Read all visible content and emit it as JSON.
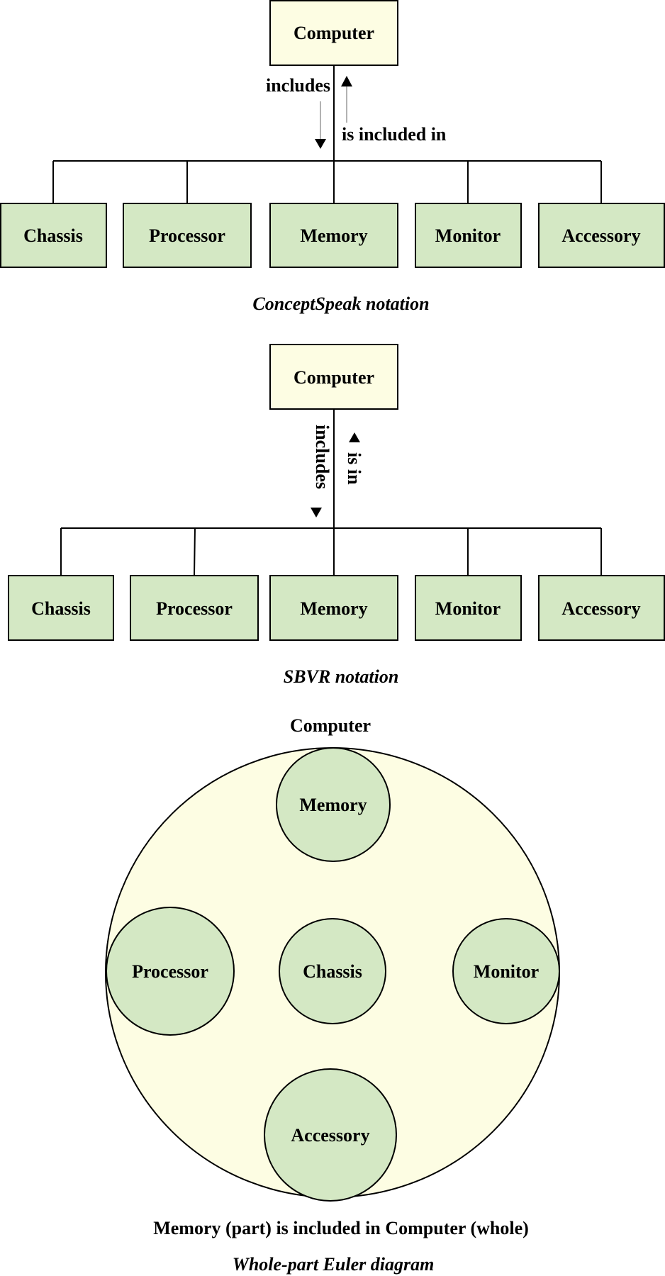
{
  "colors": {
    "whole_fill": "#fdfde3",
    "part_fill": "#d4e8c4",
    "stroke": "#000000",
    "arrow_line": "#999999"
  },
  "conceptspeak": {
    "whole": "Computer",
    "forward_verb": "includes",
    "reverse_verb": "is included in",
    "parts": [
      "Chassis",
      "Processor",
      "Memory",
      "Monitor",
      "Accessory"
    ],
    "caption": "ConceptSpeak notation"
  },
  "sbvr": {
    "whole": "Computer",
    "forward_verb": "includes",
    "reverse_verb": "is in",
    "parts": [
      "Chassis",
      "Processor",
      "Memory",
      "Monitor",
      "Accessory"
    ],
    "caption": "SBVR notation"
  },
  "euler": {
    "whole": "Computer",
    "parts": [
      "Memory",
      "Processor",
      "Chassis",
      "Monitor",
      "Accessory"
    ],
    "statement": "Memory (part) is included in Computer (whole)",
    "caption": "Whole-part Euler diagram"
  }
}
